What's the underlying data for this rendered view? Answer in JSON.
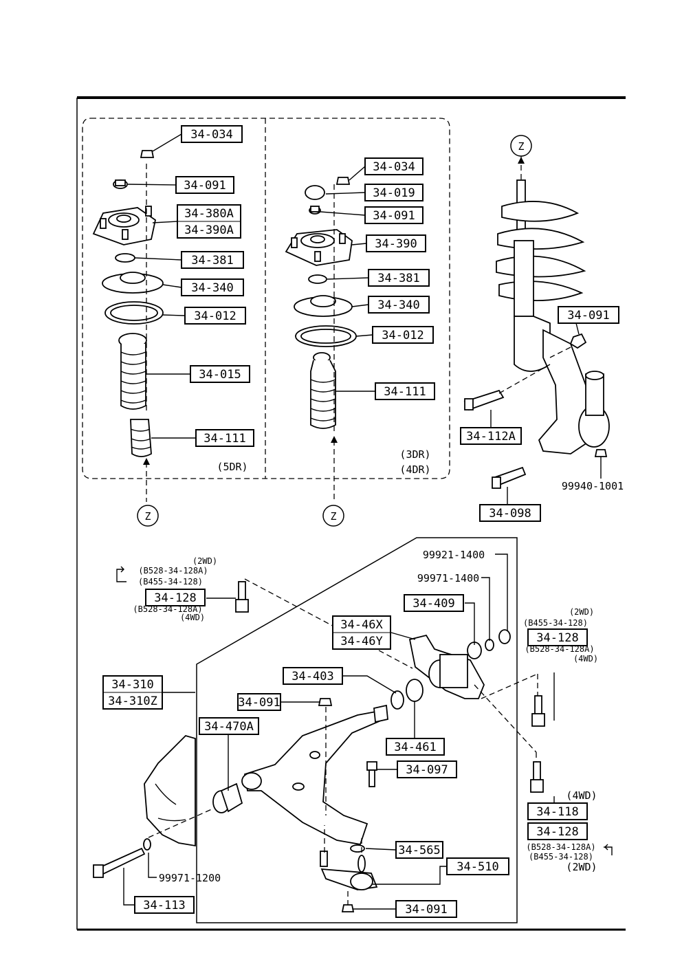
{
  "diagram": {
    "strut_5dr": {
      "parts": [
        "34-034",
        "34-091",
        "34-380A",
        "34-390A",
        "34-381",
        "34-340",
        "34-012",
        "34-015",
        "34-111"
      ],
      "variant": "(5DR)"
    },
    "strut_3dr4dr": {
      "parts": [
        "34-034",
        "34-019",
        "34-091",
        "34-390",
        "34-381",
        "34-340",
        "34-012",
        "34-111"
      ],
      "variant_1": "(3DR)",
      "variant_2": "(4DR)"
    },
    "knuckle": {
      "parts": [
        "34-091",
        "34-112A",
        "34-098"
      ],
      "plain": "99940-1001"
    },
    "arm": {
      "parts": [
        "34-128",
        "34-46X",
        "34-46Y",
        "34-409",
        "34-128",
        "34-310",
        "34-310Z",
        "34-403",
        "34-091",
        "34-470A",
        "34-461",
        "34-097",
        "34-118",
        "34-128",
        "34-565",
        "34-510",
        "34-113",
        "34-091"
      ],
      "plain": [
        "99921-1400",
        "99971-1400",
        "99971-1200"
      ],
      "notes": {
        "left_2wd": "(2WD)",
        "left_a": "(B528-34-128A)",
        "left_b": "(B455-34-128)",
        "left_c": "(B528-34-128A)",
        "left_4wd": "(4WD)",
        "right_2wd": "(2WD)",
        "right_a": "(B455-34-128)",
        "right_b": "(B528-34-128A)",
        "right_4wd": "(4WD)",
        "bolt_4wd": "(4WD)",
        "bottom_a": "(B528-34-128A)",
        "bottom_b": "(B455-34-128)",
        "bottom_2wd": "(2WD)"
      }
    },
    "marker": "Z"
  }
}
